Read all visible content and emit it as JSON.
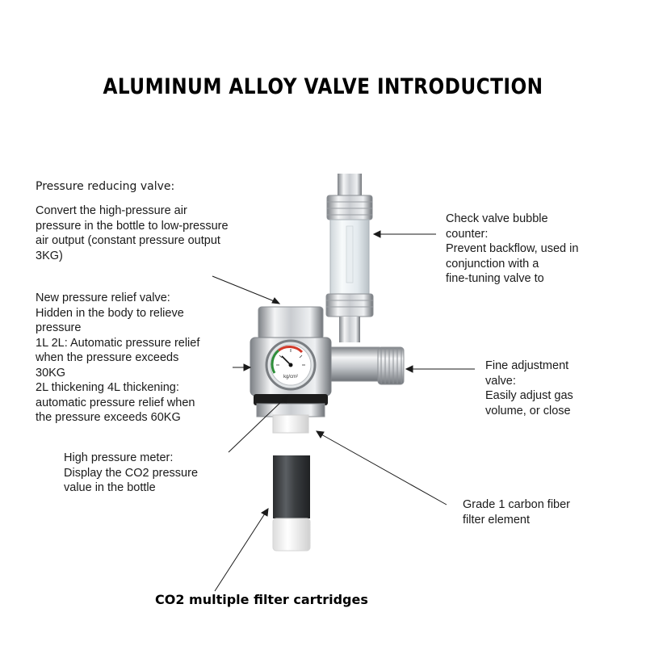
{
  "title": "ALUMINUM ALLOY VALVE INTRODUCTION",
  "labels": {
    "pressure_reducing_heading": "Pressure reducing valve:",
    "pressure_reducing_body": "Convert the high-pressure air\npressure in the bottle to low-pressure\nair output (constant pressure output\n3KG)",
    "relief_valve": "New pressure relief valve:\nHidden in the body to relieve\npressure\n1L 2L: Automatic pressure relief\nwhen the pressure exceeds\n30KG\n2L thickening 4L thickening:\nautomatic pressure relief when\nthe pressure exceeds 60KG",
    "high_pressure_meter": "High pressure meter:\nDisplay the CO2 pressure\nvalue in the bottle",
    "check_valve": "Check valve bubble\ncounter:\nPrevent backflow, used in\nconjunction with a\nfine-tuning valve to",
    "fine_adjustment": "Fine adjustment\nvalve:\nEasily adjust gas\nvolume, or close",
    "carbon_filter": "Grade 1 carbon fiber\nfilter element",
    "filter_cartridges": "CO2 multiple filter cartridges"
  },
  "gauge": {
    "unit": "kg/cm²"
  },
  "colors": {
    "metal_light": "#e6e8ea",
    "metal_dark": "#8a8e93",
    "tube": "#3a3d40",
    "cap": "#f2f2f2",
    "gauge_red": "#d23a2a",
    "gauge_green": "#2f8f3a"
  }
}
